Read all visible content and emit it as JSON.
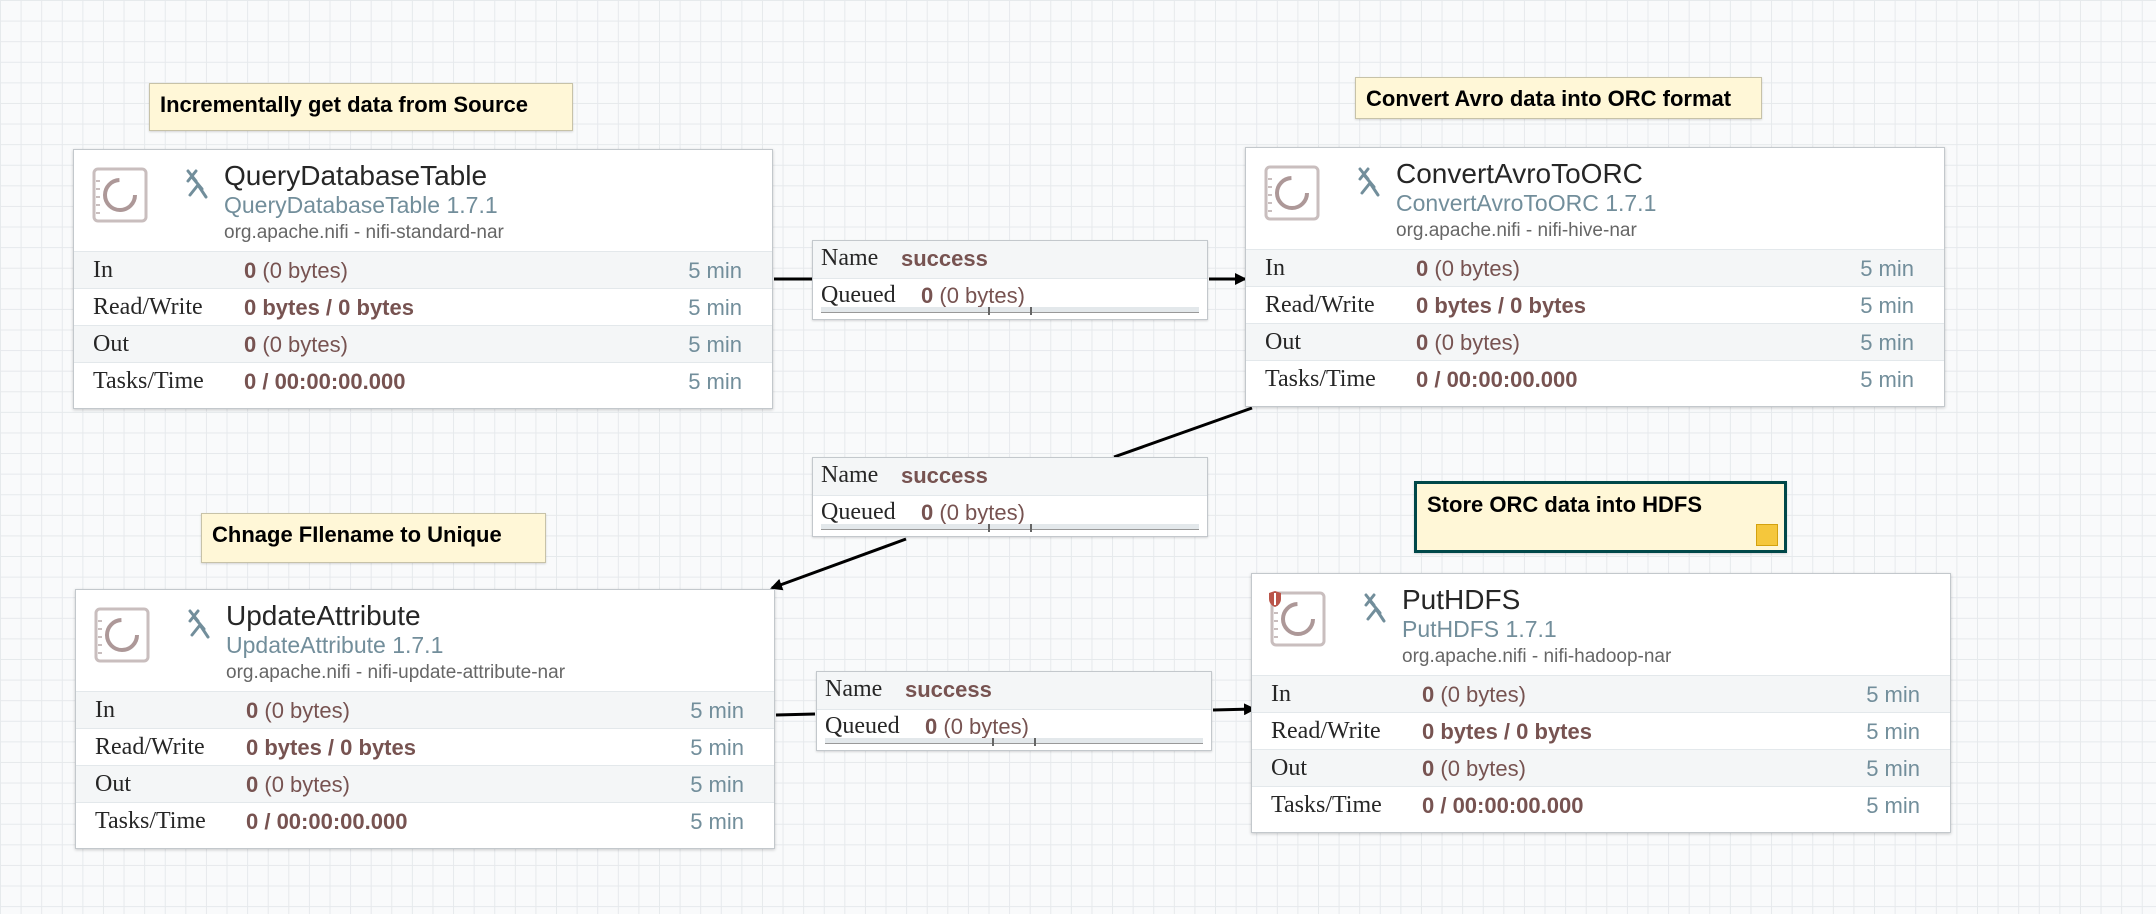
{
  "labels": [
    {
      "text": "Incrementally get data from Source"
    },
    {
      "text": "Convert Avro data into ORC format"
    },
    {
      "text": "Chnage FIlename to Unique"
    },
    {
      "text": "Store ORC data into HDFS"
    }
  ],
  "processors": [
    {
      "name": "QueryDatabaseTable",
      "type": "QueryDatabaseTable 1.7.1",
      "bundle": "org.apache.nifi - nifi-standard-nar",
      "stats": [
        {
          "key": "In",
          "value": "0",
          "extra": " (0 bytes)",
          "time": "5 min"
        },
        {
          "key": "Read/Write",
          "value": "0 bytes / 0 bytes",
          "extra": "",
          "time": "5 min"
        },
        {
          "key": "Out",
          "value": "0",
          "extra": " (0 bytes)",
          "time": "5 min"
        },
        {
          "key": "Tasks/Time",
          "value": "0 / 00:00:00.000",
          "extra": "",
          "time": "5 min"
        }
      ]
    },
    {
      "name": "ConvertAvroToORC",
      "type": "ConvertAvroToORC 1.7.1",
      "bundle": "org.apache.nifi - nifi-hive-nar",
      "stats": [
        {
          "key": "In",
          "value": "0",
          "extra": " (0 bytes)",
          "time": "5 min"
        },
        {
          "key": "Read/Write",
          "value": "0 bytes / 0 bytes",
          "extra": "",
          "time": "5 min"
        },
        {
          "key": "Out",
          "value": "0",
          "extra": " (0 bytes)",
          "time": "5 min"
        },
        {
          "key": "Tasks/Time",
          "value": "0 / 00:00:00.000",
          "extra": "",
          "time": "5 min"
        }
      ]
    },
    {
      "name": "UpdateAttribute",
      "type": "UpdateAttribute 1.7.1",
      "bundle": "org.apache.nifi - nifi-update-attribute-nar",
      "stats": [
        {
          "key": "In",
          "value": "0",
          "extra": " (0 bytes)",
          "time": "5 min"
        },
        {
          "key": "Read/Write",
          "value": "0 bytes / 0 bytes",
          "extra": "",
          "time": "5 min"
        },
        {
          "key": "Out",
          "value": "0",
          "extra": " (0 bytes)",
          "time": "5 min"
        },
        {
          "key": "Tasks/Time",
          "value": "0 / 00:00:00.000",
          "extra": "",
          "time": "5 min"
        }
      ]
    },
    {
      "name": "PutHDFS",
      "type": "PutHDFS 1.7.1",
      "bundle": "org.apache.nifi - nifi-hadoop-nar",
      "stats": [
        {
          "key": "In",
          "value": "0",
          "extra": " (0 bytes)",
          "time": "5 min"
        },
        {
          "key": "Read/Write",
          "value": "0 bytes / 0 bytes",
          "extra": "",
          "time": "5 min"
        },
        {
          "key": "Out",
          "value": "0",
          "extra": " (0 bytes)",
          "time": "5 min"
        },
        {
          "key": "Tasks/Time",
          "value": "0 / 00:00:00.000",
          "extra": "",
          "time": "5 min"
        }
      ]
    }
  ],
  "connections": [
    {
      "name_key": "Name",
      "name": "success",
      "queued_key": "Queued",
      "queued_count": "0",
      "queued_size": " (0 bytes)"
    },
    {
      "name_key": "Name",
      "name": "success",
      "queued_key": "Queued",
      "queued_count": "0",
      "queued_size": " (0 bytes)"
    },
    {
      "name_key": "Name",
      "name": "success",
      "queued_key": "Queued",
      "queued_count": "0",
      "queued_size": " (0 bytes)"
    }
  ],
  "colors": {
    "label_bg": "#fff7d7",
    "stat_value": "#775351",
    "type_text": "#728e9b",
    "selected_border": "#004849",
    "resize_handle": "#f5c73c"
  },
  "icons": {
    "processor": "processor-icon",
    "stopped": "stopped-icon",
    "restricted": "restricted-shield-icon",
    "resize": "resize-handle-icon"
  }
}
